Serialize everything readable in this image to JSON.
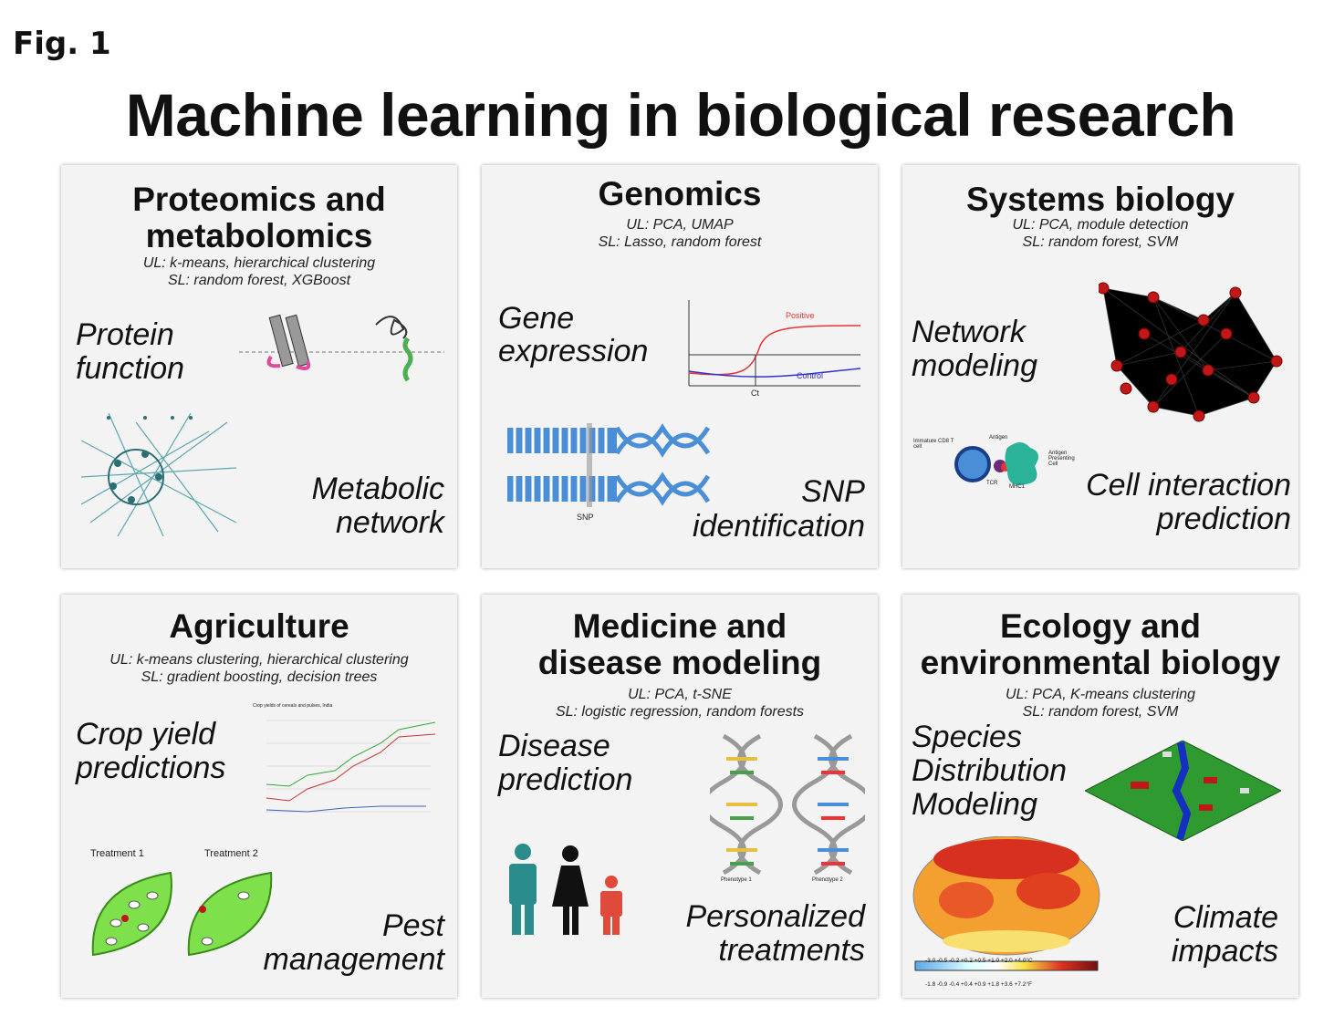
{
  "fig_label": "Fig. 1",
  "title": "Machine learning in biological research",
  "panels": [
    {
      "title1": "Proteomics and",
      "title2": "metabolomics",
      "ul": "UL: k-means, hierarchical clustering",
      "sl": "SL: random forest, XGBoost",
      "label_a1": "Protein",
      "label_a2": "function",
      "label_b1": "Metabolic",
      "label_b2": "network"
    },
    {
      "title1": "Genomics",
      "ul": "UL: PCA, UMAP",
      "sl": "SL: Lasso, random forest",
      "label_a1": "Gene",
      "label_a2": "expression",
      "label_b1": "SNP",
      "label_b2": "identification",
      "chart_positive": "Positive",
      "chart_control": "Control",
      "chart_ct": "Ct",
      "snp_tag": "SNP"
    },
    {
      "title1": "Systems biology",
      "ul": "UL: PCA, module detection",
      "sl": "SL: random forest, SVM",
      "label_a1": "Network",
      "label_a2": "modeling",
      "label_b1": "Cell interaction",
      "label_b2": "prediction",
      "cell_labels": {
        "tcell": "Immature CD8 T cell",
        "antigen": "Antigen",
        "apc": "Antigen Presenting Cell",
        "tcr": "TCR",
        "mhc": "MHC1"
      }
    },
    {
      "title1": "Agriculture",
      "ul": "UL: k-means clustering, hierarchical clustering",
      "sl": "SL: gradient boosting, decision trees",
      "label_a1": "Crop yield",
      "label_a2": "predictions",
      "label_b1": "Pest",
      "label_b2": "management",
      "chart_title": "Crop yields of cereals and pulses, India",
      "treatment1": "Treatment 1",
      "treatment2": "Treatment 2"
    },
    {
      "title1": "Medicine and",
      "title2": "disease modeling",
      "ul": "UL: PCA, t-SNE",
      "sl": "SL: logistic regression, random forests",
      "label_a1": "Disease",
      "label_a2": "prediction",
      "label_b1": "Personalized",
      "label_b2": "treatments",
      "phenotype1": "Phenotype 1",
      "phenotype2": "Phenotype 2"
    },
    {
      "title1": "Ecology and",
      "title2": "environmental biology",
      "ul": "UL: PCA, K-means clustering",
      "sl": "SL: random forest, SVM",
      "label_a1": "Species",
      "label_a2": "Distribution",
      "label_a3": "Modeling",
      "label_b1": "Climate",
      "label_b2": "impacts",
      "scale_c": "-3.0 -0.5 -0.2 +0.2 +0.5 +1.0 +2.0 +4.0°C",
      "scale_f": "-1.8 -0.9 -0.4 +0.4 +0.9 +1.8 +3.6 +7.2°F"
    }
  ],
  "colors": {
    "panel_bg": "#f3f3f3",
    "dna_blue": "#4a8ed8",
    "leaf_green": "#7ee04a",
    "node_red": "#c01818",
    "teal": "#2b8c8c"
  }
}
